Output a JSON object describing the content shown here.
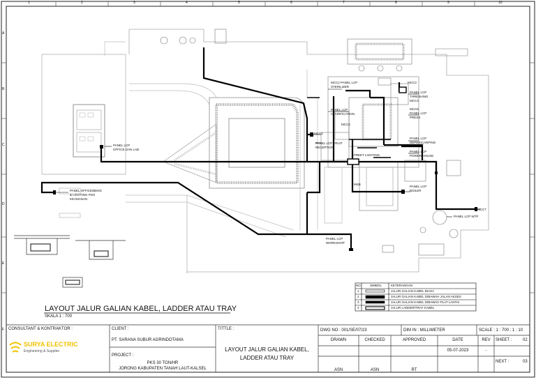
{
  "drawing": {
    "title": "LAYOUT JALUR GALIAN KABEL, LADDER ATAU TRAY",
    "scale_note": "SKALA 1 :   700"
  },
  "frame": {
    "columns": [
      "1",
      "2",
      "3",
      "4",
      "5",
      "6",
      "7",
      "8",
      "9",
      "10"
    ],
    "rows": [
      "A",
      "B",
      "C",
      "D",
      "E",
      "F"
    ]
  },
  "plan_labels": {
    "panel_office": [
      "PANEL LCP",
      "OFFICE DAN LAB"
    ],
    "panel_lighting": [
      "PANEL OFFICE/BENG",
      "& LIGHTING POS",
      "KEAMANAN"
    ],
    "mcc1": "MCC1",
    "mcc2": "MCC2",
    "mcc3": "MCC3",
    "mcc4": "MCC4",
    "mcc5": "MCC5",
    "mcc6": "MCC6",
    "mcc7": "MCC7",
    "msb": "MSB",
    "panel_sterilizer": [
      "PANEL LCP",
      "STERILIZER"
    ],
    "panel_clarification": [
      "PANEL LCP",
      "CLARIFICATION"
    ],
    "panel_fruit": [
      "PANEL LCP FRUIT",
      "RECEPTION"
    ],
    "panel_threshing": [
      "PANEL LCP",
      "THRESHING"
    ],
    "panel_press": [
      "PANEL LCP",
      "PRESS"
    ],
    "panel_depericarping": [
      "PANEL LCP",
      "DEPERICARPING"
    ],
    "panel_power_house": [
      "PANEL LCP",
      "POWER HOUSE"
    ],
    "street_lighting": "STREET LIGHTING",
    "panel_boiler": [
      "PANEL LCP",
      "BOILER"
    ],
    "panel_wtp": "PANEL LCP WTP",
    "panel_workshop": [
      "PANEL LCP",
      "WORKSHOP"
    ]
  },
  "legend": {
    "headers": {
      "no": "NO",
      "symbol": "SIMBOL",
      "description": "KETERANGAN"
    },
    "rows": [
      {
        "no": "1",
        "description": "JALUR GALIAN KABEL BIASA"
      },
      {
        "no": "2",
        "description": "JALUR GALIAN KABEL DIBAWAH JALAN AKSES"
      },
      {
        "no": "3",
        "description": "JALUR GALIAN KABEL DIBAWAH PLAT LANTAI"
      },
      {
        "no": "4",
        "description": "JALUR LADDER/TRAY KABEL"
      }
    ]
  },
  "title_block": {
    "consultant_label": "CONSULTANT & KONTRAKTOR :",
    "company_name": "SURYA ELECTRIC",
    "company_tagline": "Engineering & Supplier",
    "client_label": "CLIENT :",
    "client_name": "PT. SARANA SUBUR AGRINDOTAMA",
    "project_label": "PROJECT :",
    "project_line1": "PKS 30 TON/HR",
    "project_line2": "JORONG KABUPATEN TANAH LAUT-KALSEL",
    "title_label": "TITTLE :",
    "title_line1": "LAYOUT JALUR GALIAN KABEL,",
    "title_line2": "LADDER ATAU TRAY",
    "dwg_no": "DWG NO : 001/SE/07/23",
    "dim": "DIM IN : MILLIMETER",
    "scale": "SCALE : 1 : 700 ; 1 : 10",
    "drawn_label": "DRAWN",
    "checked_label": "CHECKED",
    "approved_label": "APPROVED",
    "date_label": "DATE",
    "rev_label": "REV",
    "sheet_label": "SHEET :",
    "sheet_value": "02",
    "date_value": "05-07-2023",
    "rev_value": "-",
    "next_label": "NEXT :",
    "next_value": "03",
    "drawn_value": "ASN",
    "checked_value": "ASN",
    "approved_value": "RT"
  },
  "colors": {
    "line": "#111111",
    "faint": "#9a9a9a",
    "brand_yellow": "#f2c200"
  }
}
